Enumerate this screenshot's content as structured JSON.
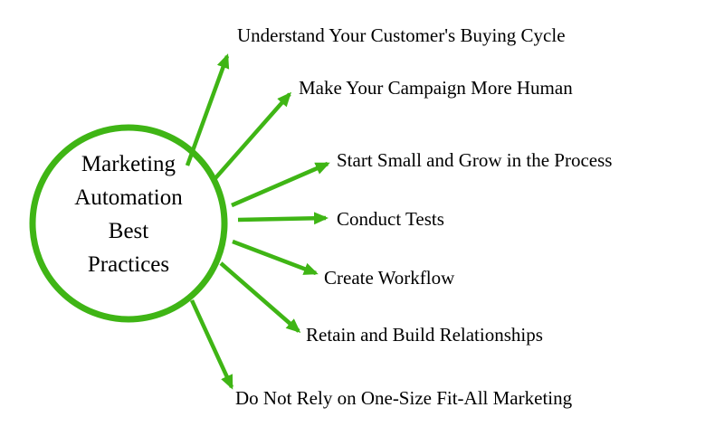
{
  "colors": {
    "accent": "#3fb515",
    "text": "#000000",
    "background": "#ffffff"
  },
  "center": {
    "lines": [
      "Marketing",
      "Automation",
      "Best",
      "Practices"
    ]
  },
  "practices": [
    {
      "label": "Understand Your Customer's Buying Cycle"
    },
    {
      "label": "Make Your Campaign More Human"
    },
    {
      "label": "Start Small and Grow in the Process"
    },
    {
      "label": "Conduct Tests"
    },
    {
      "label": "Create Workflow"
    },
    {
      "label": "Retain and Build Relationships"
    },
    {
      "label": "Do Not Rely on One-Size Fit-All Marketing"
    }
  ]
}
